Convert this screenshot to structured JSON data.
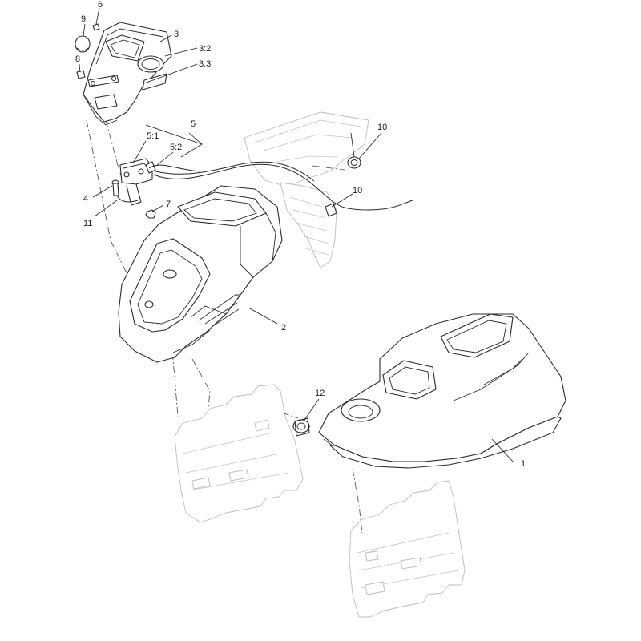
{
  "callouts": {
    "c1": "1",
    "c2": "2",
    "c3": "3",
    "c3_2": "3:2",
    "c3_3": "3:3",
    "c4": "4",
    "c5": "5",
    "c5_1": "5:1",
    "c5_2": "5:2",
    "c6": "6",
    "c7": "7",
    "c8": "8",
    "c9": "9",
    "c10a": "10",
    "c10b": "10",
    "c11": "11",
    "c12": "12"
  },
  "colors": {
    "line": "#2a2a2a",
    "ghost": "#bdbdbd",
    "background": "#ffffff"
  }
}
